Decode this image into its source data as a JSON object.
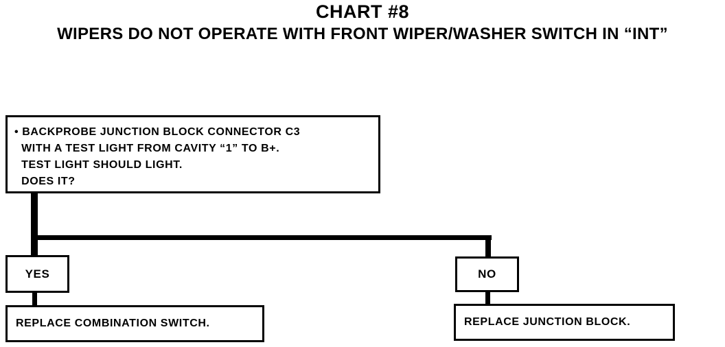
{
  "header": {
    "title": "CHART #8",
    "subtitle": "WIPERS DO NOT OPERATE WITH FRONT WIPER/WASHER SWITCH IN “INT”"
  },
  "question": {
    "lines": [
      "• BACKPROBE JUNCTION BLOCK CONNECTOR C3",
      "  WITH A TEST LIGHT FROM CAVITY “1” TO B+.",
      "  TEST LIGHT SHOULD LIGHT.",
      "  DOES IT?"
    ]
  },
  "branches": {
    "yes": {
      "label": "YES",
      "action": "REPLACE COMBINATION SWITCH."
    },
    "no": {
      "label": "NO",
      "action": "REPLACE JUNCTION BLOCK."
    }
  }
}
